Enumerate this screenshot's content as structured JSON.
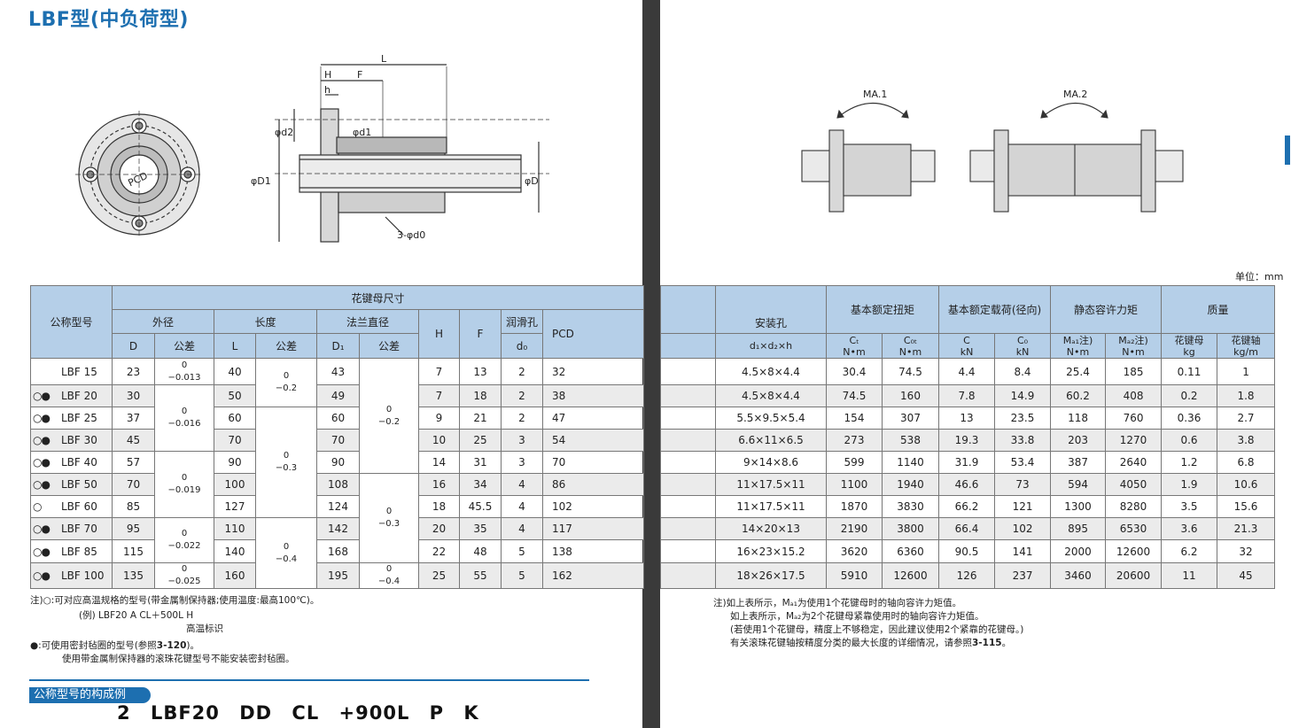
{
  "title": "LBF型(中负荷型)",
  "unit": "单位：mm",
  "drawing_labels": {
    "L": "L",
    "H": "H",
    "h": "h",
    "F": "F",
    "d2": "φd2",
    "d1": "φd1",
    "D1": "φD1",
    "D": "φD",
    "d0": "3-φd0",
    "pcd": "PCD",
    "ma1": "MA.1",
    "ma2": "MA.2"
  },
  "table_header": {
    "model": "公称型号",
    "nut_dim": "花键母尺寸",
    "outer_dia": "外径",
    "length": "长度",
    "flange_dia": "法兰直径",
    "lube_hole": "润滑孔",
    "mount_hole": "安装孔",
    "torque": "基本额定扭矩",
    "load": "基本额定载荷(径向)",
    "static_moment": "静态容许力矩",
    "mass": "质量",
    "D": "D",
    "tol": "公差",
    "L": "L",
    "D1": "D₁",
    "H": "H",
    "F": "F",
    "d0": "d₀",
    "PCD": "PCD",
    "mount_formula": "d₁×d₂×h",
    "Ct": "Cₜ",
    "Ct_unit": "N•m",
    "C0t": "C₀ₜ",
    "C0t_unit": "N•m",
    "C": "C",
    "C_unit": "kN",
    "C0": "C₀",
    "C0_unit": "kN",
    "MA1": "Mₐ₁注)",
    "MA1_unit": "N•m",
    "MA2": "Mₐ₂注)",
    "MA2_unit": "N•m",
    "nut": "花键母",
    "nut_unit": "kg",
    "shaft": "花键轴",
    "shaft_unit": "kg/m"
  },
  "rows": [
    {
      "sym": "",
      "model": "LBF 15",
      "D": "23",
      "L": "40",
      "D1": "43",
      "H": "7",
      "F": "13",
      "d0": "2",
      "PCD": "32",
      "mount": "4.5×8×4.4",
      "Ct": "30.4",
      "C0t": "74.5",
      "C": "4.4",
      "C0": "8.4",
      "MA1": "25.4",
      "MA2": "185",
      "nut": "0.11",
      "shaft": "1"
    },
    {
      "sym": "○●",
      "model": "LBF 20",
      "D": "30",
      "L": "50",
      "D1": "49",
      "H": "7",
      "F": "18",
      "d0": "2",
      "PCD": "38",
      "mount": "4.5×8×4.4",
      "Ct": "74.5",
      "C0t": "160",
      "C": "7.8",
      "C0": "14.9",
      "MA1": "60.2",
      "MA2": "408",
      "nut": "0.2",
      "shaft": "1.8"
    },
    {
      "sym": "○●",
      "model": "LBF 25",
      "D": "37",
      "L": "60",
      "D1": "60",
      "H": "9",
      "F": "21",
      "d0": "2",
      "PCD": "47",
      "mount": "5.5×9.5×5.4",
      "Ct": "154",
      "C0t": "307",
      "C": "13",
      "C0": "23.5",
      "MA1": "118",
      "MA2": "760",
      "nut": "0.36",
      "shaft": "2.7"
    },
    {
      "sym": "○●",
      "model": "LBF 30",
      "D": "45",
      "L": "70",
      "D1": "70",
      "H": "10",
      "F": "25",
      "d0": "3",
      "PCD": "54",
      "mount": "6.6×11×6.5",
      "Ct": "273",
      "C0t": "538",
      "C": "19.3",
      "C0": "33.8",
      "MA1": "203",
      "MA2": "1270",
      "nut": "0.6",
      "shaft": "3.8"
    },
    {
      "sym": "○●",
      "model": "LBF 40",
      "D": "57",
      "L": "90",
      "D1": "90",
      "H": "14",
      "F": "31",
      "d0": "3",
      "PCD": "70",
      "mount": "9×14×8.6",
      "Ct": "599",
      "C0t": "1140",
      "C": "31.9",
      "C0": "53.4",
      "MA1": "387",
      "MA2": "2640",
      "nut": "1.2",
      "shaft": "6.8"
    },
    {
      "sym": "○●",
      "model": "LBF 50",
      "D": "70",
      "L": "100",
      "D1": "108",
      "H": "16",
      "F": "34",
      "d0": "4",
      "PCD": "86",
      "mount": "11×17.5×11",
      "Ct": "1100",
      "C0t": "1940",
      "C": "46.6",
      "C0": "73",
      "MA1": "594",
      "MA2": "4050",
      "nut": "1.9",
      "shaft": "10.6"
    },
    {
      "sym": "○",
      "model": "LBF 60",
      "D": "85",
      "L": "127",
      "D1": "124",
      "H": "18",
      "F": "45.5",
      "d0": "4",
      "PCD": "102",
      "mount": "11×17.5×11",
      "Ct": "1870",
      "C0t": "3830",
      "C": "66.2",
      "C0": "121",
      "MA1": "1300",
      "MA2": "8280",
      "nut": "3.5",
      "shaft": "15.6"
    },
    {
      "sym": "○●",
      "model": "LBF 70",
      "D": "95",
      "L": "110",
      "D1": "142",
      "H": "20",
      "F": "35",
      "d0": "4",
      "PCD": "117",
      "mount": "14×20×13",
      "Ct": "2190",
      "C0t": "3800",
      "C": "66.4",
      "C0": "102",
      "MA1": "895",
      "MA2": "6530",
      "nut": "3.6",
      "shaft": "21.3"
    },
    {
      "sym": "○●",
      "model": "LBF 85",
      "D": "115",
      "L": "140",
      "D1": "168",
      "H": "22",
      "F": "48",
      "d0": "5",
      "PCD": "138",
      "mount": "16×23×15.2",
      "Ct": "3620",
      "C0t": "6360",
      "C": "90.5",
      "C0": "141",
      "MA1": "2000",
      "MA2": "12600",
      "nut": "6.2",
      "shaft": "32"
    },
    {
      "sym": "○●",
      "model": "LBF 100",
      "D": "135",
      "L": "160",
      "D1": "195",
      "H": "25",
      "F": "55",
      "d0": "5",
      "PCD": "162",
      "mount": "18×26×17.5",
      "Ct": "5910",
      "C0t": "12600",
      "C": "126",
      "C0": "237",
      "MA1": "3460",
      "MA2": "20600",
      "nut": "11",
      "shaft": "45"
    }
  ],
  "tolerances": {
    "D_1": [
      "0",
      "−0.013"
    ],
    "D_2": [
      "0",
      "−0.016"
    ],
    "D_3": [
      "0",
      "−0.019"
    ],
    "D_4": [
      "0",
      "−0.022"
    ],
    "D_5": [
      "0",
      "−0.025"
    ],
    "L_1": [
      "0",
      "−0.2"
    ],
    "L_2": [
      "0",
      "−0.3"
    ],
    "L_3": [
      "0",
      "−0.4"
    ],
    "D1_1": [
      "0",
      "−0.2"
    ],
    "D1_2": [
      "0",
      "−0.3"
    ],
    "D1_3": [
      "0",
      "−0.4"
    ]
  },
  "notes_left": {
    "line1": "注)○:可对应高温规格的型号(带金属制保持器;使用温度:最高100℃)。",
    "line2": "(例)  LBF20 A CL＋500L H",
    "line3": "高温标识",
    "line4_pre": "●:可使用密封毡圈的型号(参照",
    "line4_ref": "3-120",
    "line4_post": ")。",
    "line5": "使用带金属制保持器的滚珠花键型号不能安装密封毡圈。"
  },
  "notes_right": {
    "line1": "注)如上表所示，Mₐ₁为使用1个花键母时的轴向容许力矩值。",
    "line2": "如上表所示，Mₐ₂为2个花键母紧靠使用时的轴向容许力矩值。",
    "line3": "(若使用1个花键母，精度上不够稳定，因此建议使用2个紧靠的花键母。)",
    "line4_pre": "有关滚珠花键轴按精度分类的最大长度的详细情况，请参照",
    "line4_ref": "3-115",
    "line4_post": "。"
  },
  "example": {
    "heading": "公称型号的构成例",
    "parts": [
      "2",
      "LBF20",
      "DD",
      "CL",
      "+900L",
      "P",
      "K"
    ]
  },
  "colors": {
    "accent": "#1d6fb0",
    "header_bg": "#b5cfe8",
    "row_shade": "#ebebeb"
  }
}
